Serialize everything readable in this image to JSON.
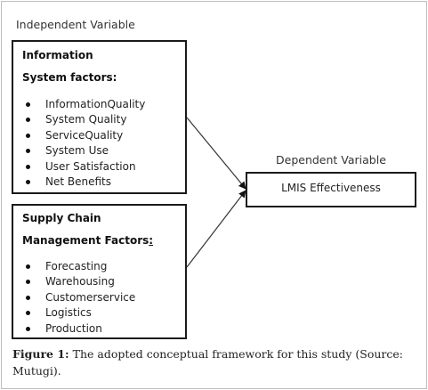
{
  "header_independent": "Independent Variable",
  "header_dependent": "Dependent Variable",
  "info_box": {
    "title_line1": "Information",
    "title_line2": "System factors:",
    "items": [
      "InformationQuality",
      "System Quality",
      "ServiceQuality",
      "System Use",
      "User Satisfaction",
      "Net Benefits"
    ]
  },
  "supply_box": {
    "title_line1": "Supply Chain",
    "title_line2": "Management Factors",
    "title_suffix": ":",
    "items": [
      "Forecasting",
      "Warehousing",
      "Customerservice",
      "Logistics",
      "Production"
    ]
  },
  "dependent_box": {
    "label": "LMIS Effectiveness"
  },
  "caption": {
    "label": "Figure 1:",
    "text": "The adopted conceptual framework for this study (Source: Mutugi)."
  }
}
